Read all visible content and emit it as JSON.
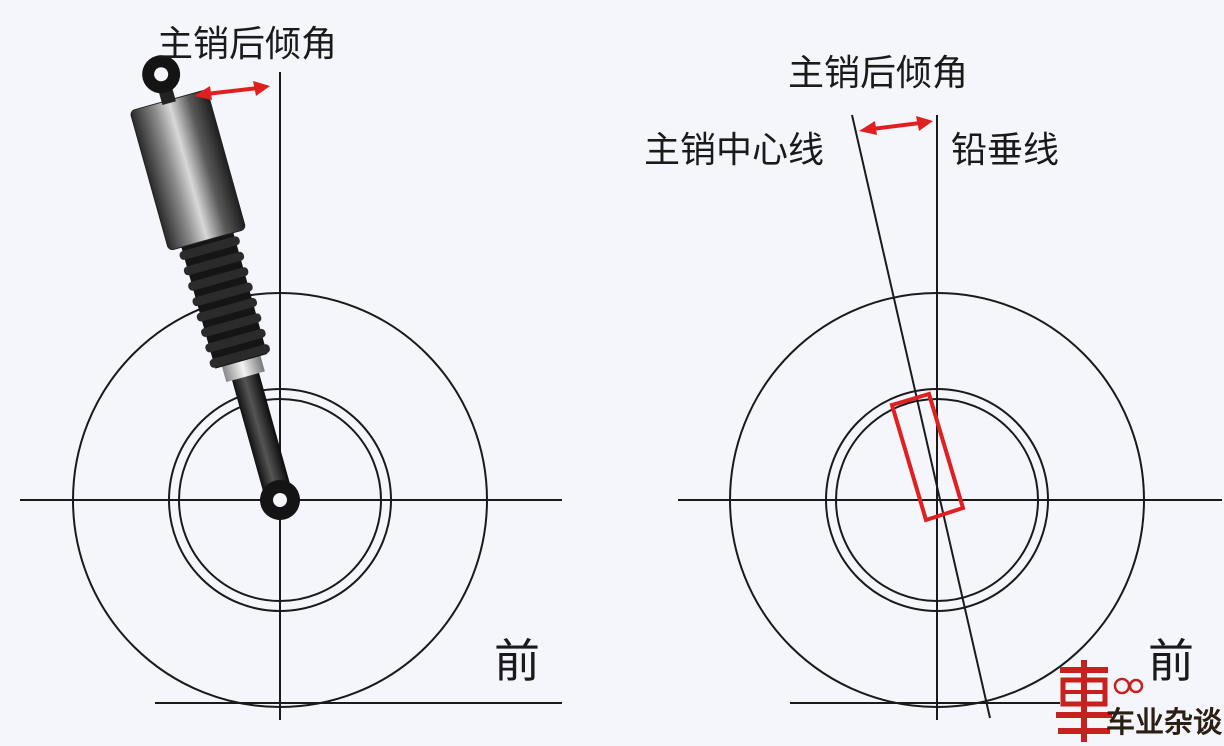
{
  "left_panel": {
    "caster_angle_label": "主销后倾角",
    "front_label": "前"
  },
  "right_panel": {
    "caster_angle_label": "主销后倾角",
    "kingpin_axis_label": "主销中心线",
    "vertical_line_label": "铅垂线",
    "front_label": "前"
  },
  "watermark": {
    "text": "车业杂谈"
  },
  "colors": {
    "line": "#1a1a1a",
    "accent": "#e02020",
    "background": "#f4f6fb"
  }
}
